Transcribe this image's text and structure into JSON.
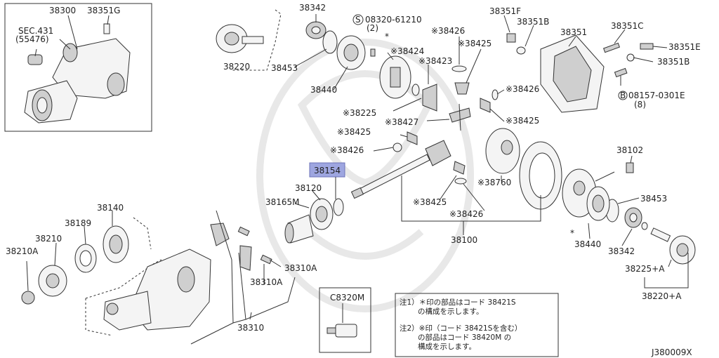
{
  "diagram_id": "J380009X",
  "highlight_color": "#9ea6e0",
  "labels": {
    "l38300": "38300",
    "l38351G": "38351G",
    "sec431": "SEC.431",
    "sec431b": "(55476)",
    "l38342a": "38342",
    "l38220": "38220",
    "l38453a": "38453",
    "l38440a": "38440",
    "bolt1a": "08320-61210",
    "bolt1b": "(2)",
    "star1": "*",
    "l38424": "※38424",
    "l38423": "※38423",
    "l38426a": "※38426",
    "l38425a": "※38425",
    "l38225": "※38225",
    "l38351F": "38351F",
    "l38351Ba": "38351B",
    "l38351": "38351",
    "l38351C": "38351C",
    "l38351E": "38351E",
    "l38351Bb": "38351B",
    "bolt2a": "08157-0301E",
    "bolt2b": "(8)",
    "l38426b": "※38426",
    "l38425b": "※38425",
    "l38427": "※38427",
    "l38425c": "※38425",
    "l38426c": "※38426",
    "l38154": "38154",
    "l38120": "38120",
    "l38165M": "38165M",
    "l38760": "※38760",
    "l38425d": "※38425",
    "l38426d": "※38426",
    "l38100": "38100",
    "l38102": "38102",
    "l38453b": "38453",
    "star2": "*",
    "l38440b": "38440",
    "l38342b": "38342",
    "l38225A": "38225+A",
    "l38220A": "38220+A",
    "l38140": "38140",
    "l38189": "38189",
    "l38210": "38210",
    "l38210A": "38210A",
    "l38310Aa": "38310A",
    "l38310Ab": "38310A",
    "l38310": "38310",
    "c8320m": "C8320M"
  },
  "bolt_marker": "S",
  "bolt_marker2": "B",
  "notes": {
    "n1a": "注1）＊印の部品はコード 38421S",
    "n1b": "の構成を示します。",
    "n2a": "注2）※印（コード 38421Sを含む）",
    "n2b": "の部品はコード 38420M の",
    "n2c": "構成を示します。"
  }
}
